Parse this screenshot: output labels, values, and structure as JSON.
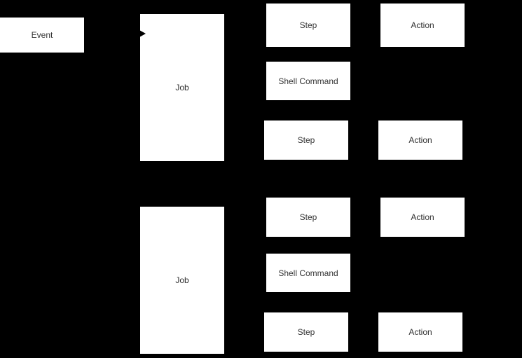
{
  "diagram": {
    "type": "workflow-flowchart",
    "background_color": "#000000",
    "node_fill_color": "#ffffff",
    "node_text_color": "#333333",
    "nodes": [
      {
        "id": "event",
        "label": "Event"
      },
      {
        "id": "job-1",
        "label": "Job"
      },
      {
        "id": "step-1",
        "label": "Step"
      },
      {
        "id": "action-1",
        "label": "Action"
      },
      {
        "id": "shell-command-1",
        "label": "Shell Command"
      },
      {
        "id": "step-2",
        "label": "Step"
      },
      {
        "id": "action-2",
        "label": "Action"
      },
      {
        "id": "job-2",
        "label": "Job"
      },
      {
        "id": "step-3",
        "label": "Step"
      },
      {
        "id": "action-3",
        "label": "Action"
      },
      {
        "id": "shell-command-2",
        "label": "Shell Command"
      },
      {
        "id": "step-4",
        "label": "Step"
      },
      {
        "id": "action-4",
        "label": "Action"
      }
    ],
    "edges": [
      {
        "from": "event",
        "to": "job-1",
        "marker": "arrowhead"
      }
    ]
  }
}
